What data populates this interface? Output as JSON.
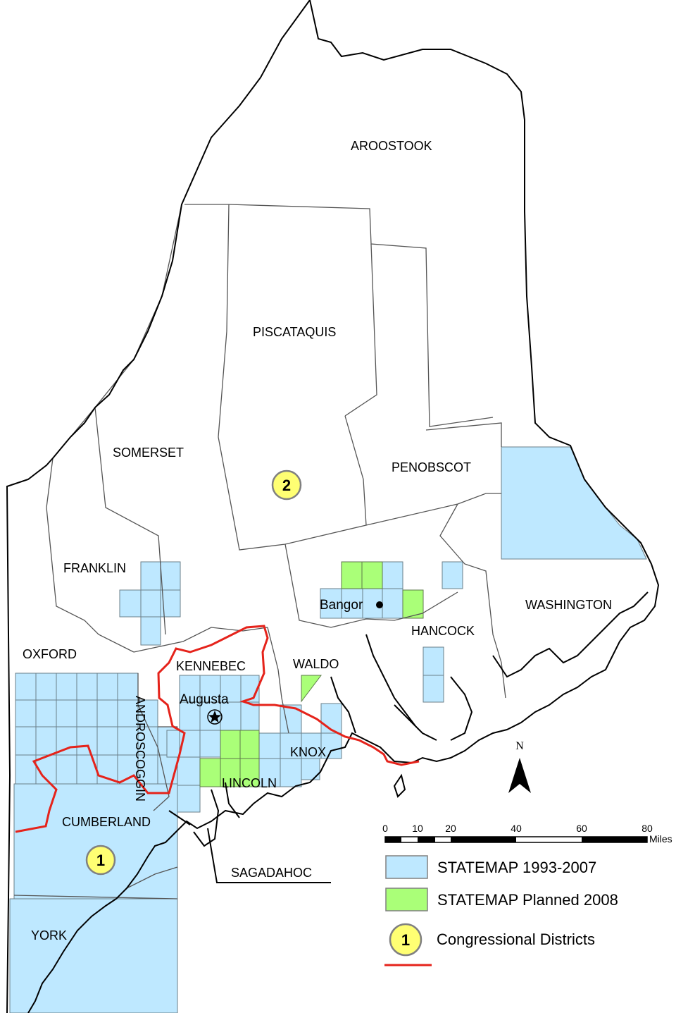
{
  "counties": {
    "aroostook": "AROOSTOOK",
    "piscataquis": "PISCATAQUIS",
    "somerset": "SOMERSET",
    "penobscot": "PENOBSCOT",
    "franklin": "FRANKLIN",
    "washington": "WASHINGTON",
    "hancock": "HANCOCK",
    "oxford": "OXFORD",
    "kennebec": "KENNEBEC",
    "waldo": "WALDO",
    "androscoggin": "ANDROSCOGGIN",
    "knox": "KNOX",
    "lincoln": "LINCOLN",
    "cumberland": "CUMBERLAND",
    "sagadahoc": "SAGADAHOC",
    "york": "YORK"
  },
  "cities": {
    "bangor": "Bangor",
    "augusta": "Augusta"
  },
  "districts": {
    "d1": "1",
    "d2": "2"
  },
  "north_arrow": "N",
  "scale_bar": {
    "ticks": [
      "0",
      "10",
      "20",
      "40",
      "60",
      "80"
    ],
    "unit": "Miles"
  },
  "legend": {
    "statemap_past": "STATEMAP 1993-2007",
    "statemap_planned": "STATEMAP Planned 2008",
    "district_symbol": "1",
    "districts": "Congressional Districts"
  },
  "colors": {
    "past_fill": "#bee8ff",
    "planned_fill": "#aaff78",
    "district_line": "#e5231b",
    "district_marker": "#ffff73"
  }
}
